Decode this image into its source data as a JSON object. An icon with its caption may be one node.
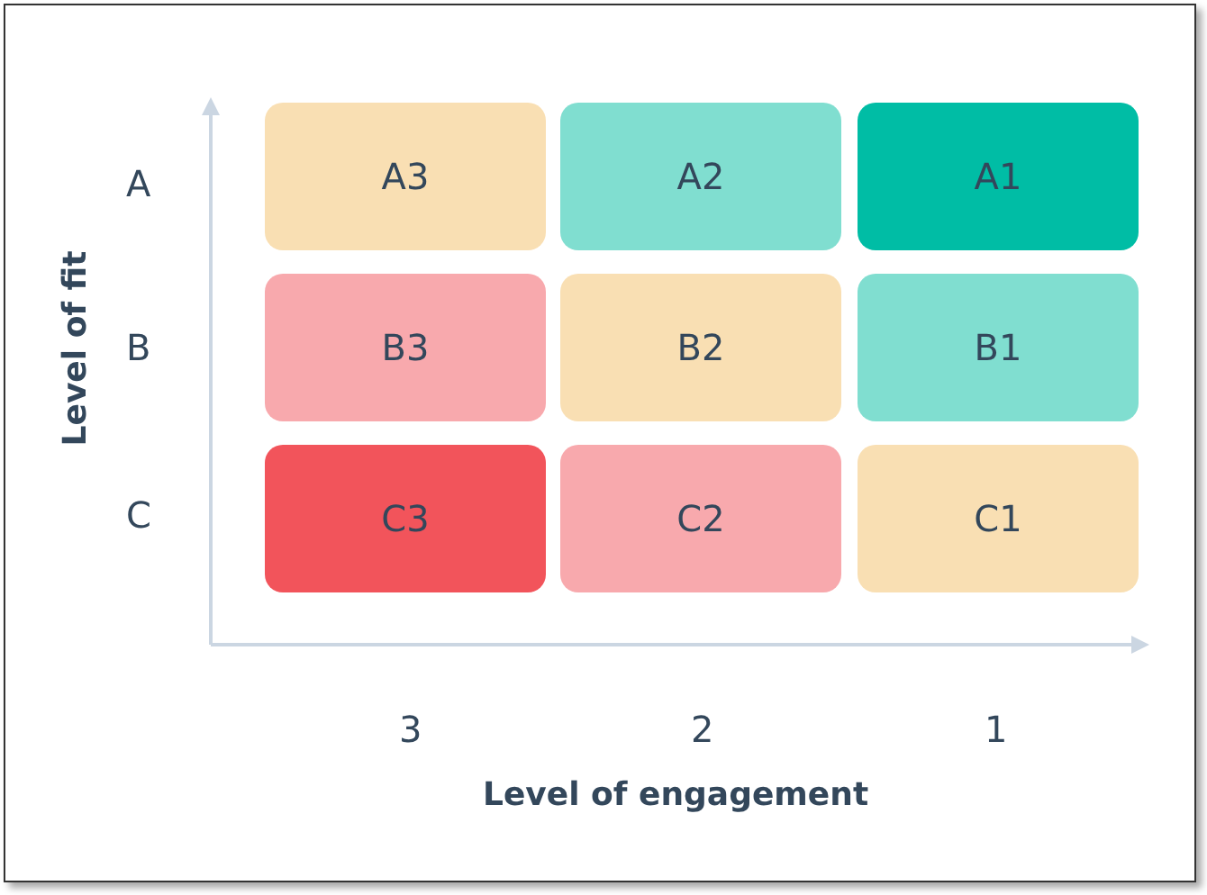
{
  "diagram": {
    "nodes": [
      {
        "text": [
          "A3"
        ]
      },
      {
        "text": [
          "A2"
        ]
      },
      {
        "text": [
          "A1"
        ]
      },
      {
        "text": [
          "B3"
        ]
      },
      {
        "text": [
          "B2"
        ]
      },
      {
        "text": [
          "B1"
        ]
      },
      {
        "text": [
          "C3"
        ]
      },
      {
        "text": [
          "C2"
        ]
      },
      {
        "text": [
          "C1"
        ]
      }
    ],
    "labels": [
      "Level of fit",
      "A",
      "B",
      "C",
      "3",
      "2",
      "1",
      "Level of engagement"
    ]
  }
}
